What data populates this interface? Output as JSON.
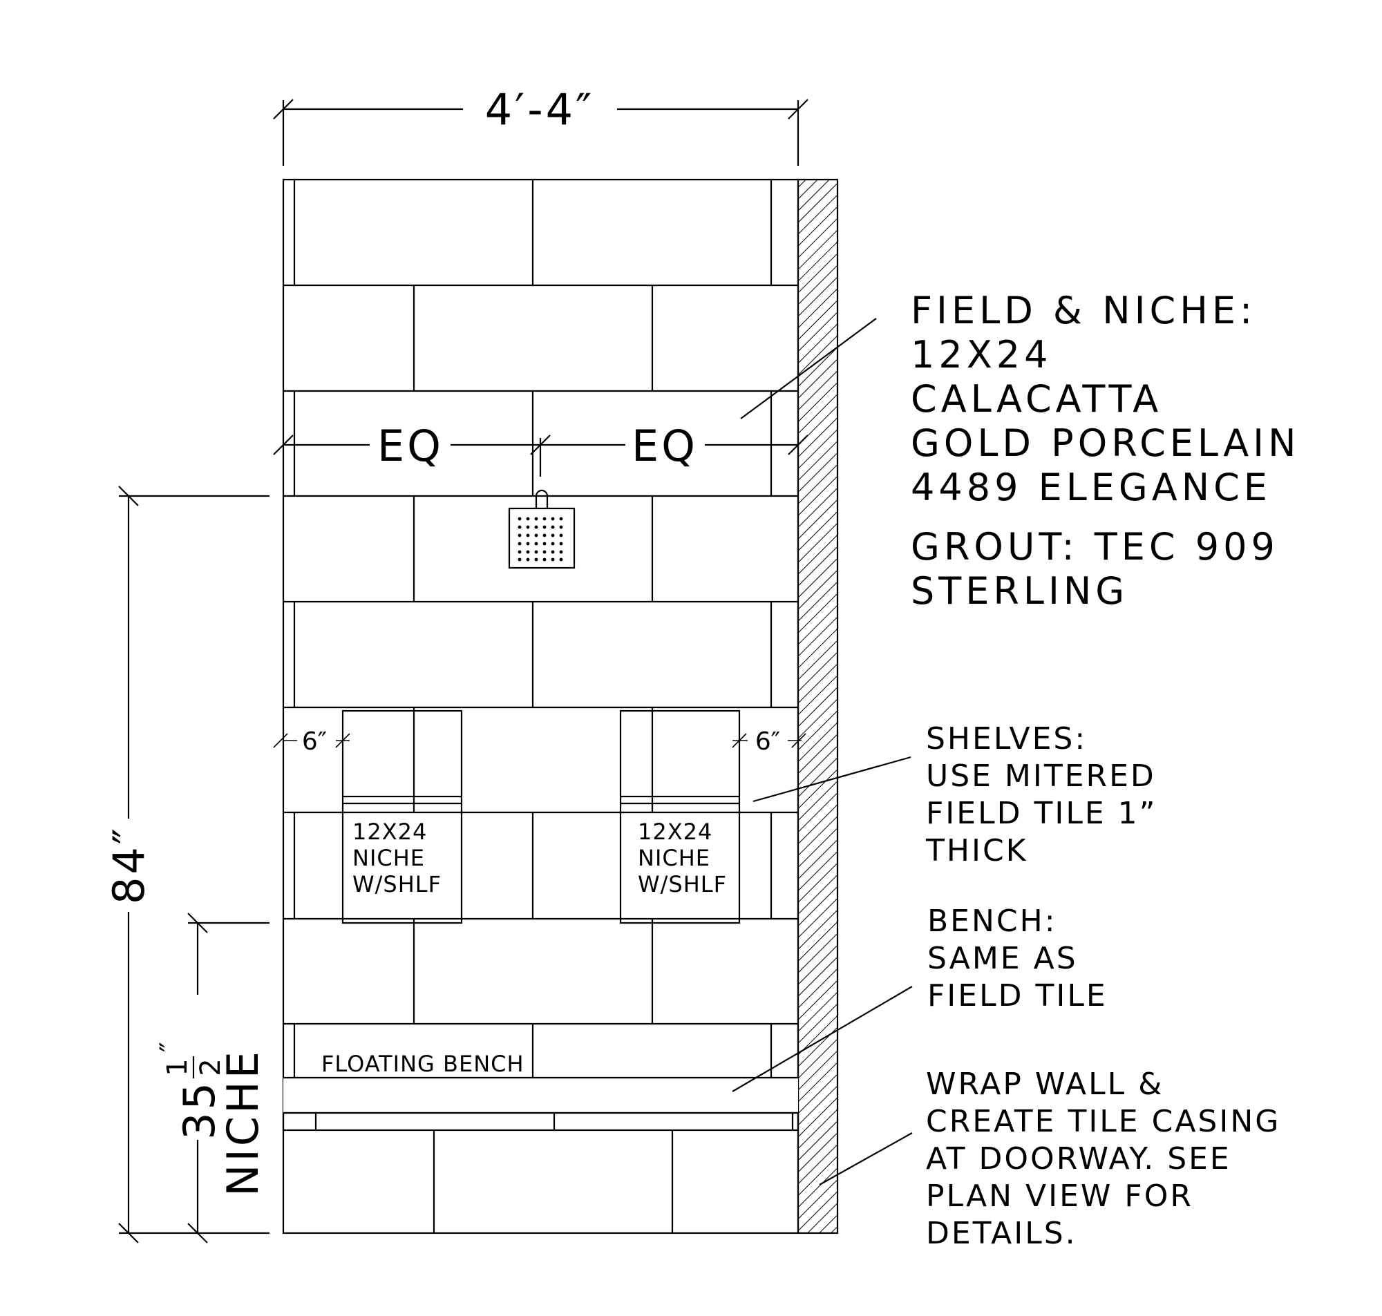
{
  "dimensions": {
    "overall_width": "4′-4″",
    "eq_left": "EQ",
    "eq_right": "EQ",
    "height_total": "84″",
    "niche_height_whole": "35",
    "niche_height_frac_num": "1",
    "niche_height_frac_den": "2",
    "niche_height_inch_mark": "″",
    "niche_label": "NICHE",
    "offset_left": "6″",
    "offset_right": "6″"
  },
  "labels": {
    "niche_left": [
      "12X24",
      "NICHE",
      "W/SHLF"
    ],
    "niche_right": [
      "12X24",
      "NICHE",
      "W/SHLF"
    ],
    "bench": "FLOATING BENCH"
  },
  "notes": {
    "field": [
      "FIELD & NICHE:",
      "12X24",
      "CALACATTA",
      "GOLD PORCELAIN",
      "4489 ELEGANCE"
    ],
    "grout": [
      "GROUT: TEC 909",
      "STERLING"
    ],
    "shelves": [
      "SHELVES:",
      "USE MITERED",
      "FIELD TILE 1”",
      "THICK"
    ],
    "bench": [
      "BENCH:",
      "SAME AS",
      "FIELD TILE"
    ],
    "wrap": [
      "WRAP WALL &",
      "CREATE TILE CASING",
      "AT DOORWAY. SEE",
      "PLAN VIEW FOR",
      "DETAILS."
    ]
  }
}
